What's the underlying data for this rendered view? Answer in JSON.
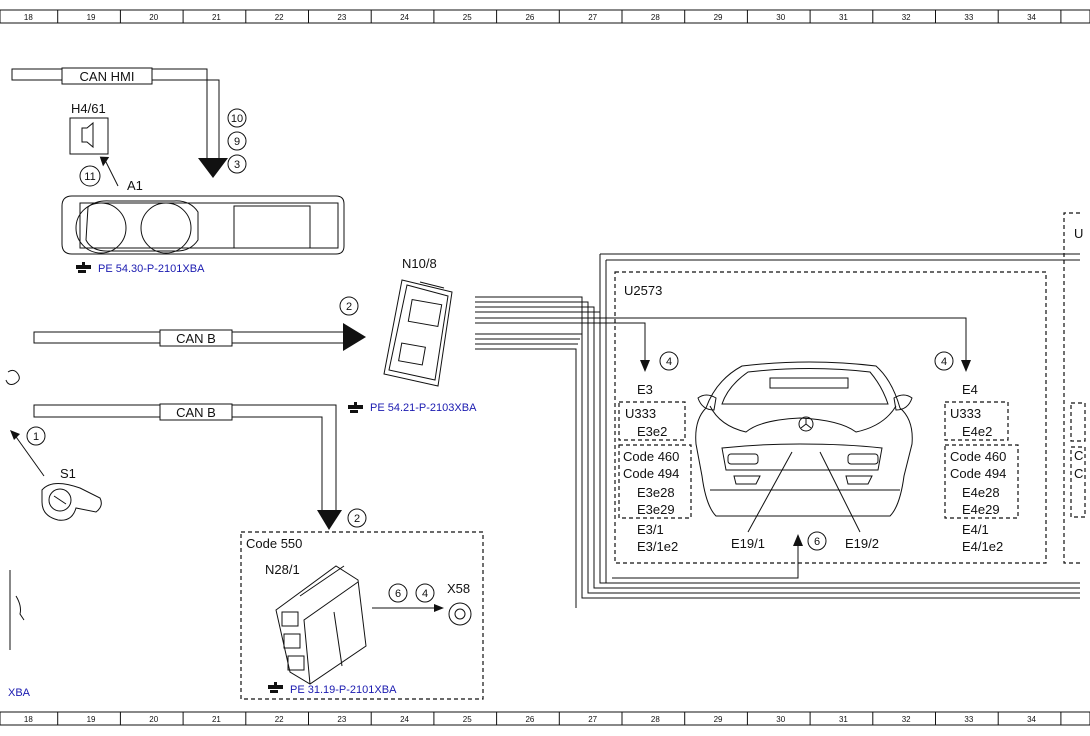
{
  "ruler": {
    "cells": [
      "18",
      "19",
      "20",
      "21",
      "22",
      "23",
      "24",
      "25",
      "26",
      "27",
      "28",
      "29",
      "30",
      "31",
      "32",
      "33",
      "34"
    ]
  },
  "buses": {
    "can_hmi": "CAN HMI",
    "can_b_1": "CAN B",
    "can_b_2": "CAN B"
  },
  "components": {
    "h4_61": "H4/61",
    "a1": "A1",
    "n10_8": "N10/8",
    "s1": "S1",
    "n28_1": "N28/1",
    "x58": "X58",
    "u2573": "U2573",
    "u_right": "U",
    "code_550": "Code 550"
  },
  "left_group": {
    "e3": "E3",
    "u333": "U333",
    "e3e2": "E3e2",
    "code_460": "Code 460",
    "code_494": "Code 494",
    "e3e28": "E3e28",
    "e3e29": "E3e29",
    "e3_1": "E3/1",
    "e3_1e2": "E3/1e2"
  },
  "right_group": {
    "e4": "E4",
    "u333": "U333",
    "e4e2": "E4e2",
    "code_460": "Code 460",
    "code_494": "Code 494",
    "e4e28": "E4e28",
    "e4e29": "E4e29",
    "e4_1": "E4/1",
    "e4_1e2": "E4/1e2"
  },
  "edge_right": {
    "u": "U",
    "c1": "C",
    "c2": "C"
  },
  "lamps": {
    "e19_1": "E19/1",
    "e19_2": "E19/2"
  },
  "callouts": {
    "c10": "10",
    "c9": "9",
    "c3": "3",
    "c11": "11",
    "c2a": "2",
    "c1": "1",
    "c2b": "2",
    "c4a": "4",
    "c4b": "4",
    "c6a": "6",
    "c4c": "4",
    "c6b": "6"
  },
  "references": {
    "a1": "PE 54.30-P-2101XBA",
    "n10_8": "PE 54.21-P-2103XBA",
    "n28_1": "PE 31.19-P-2101XBA",
    "left_edge": "XBA"
  },
  "icons": {
    "ref_pointer": "pointing-hand-icon",
    "speaker": "speaker-icon"
  },
  "colors": {
    "link": "#1a1ab0",
    "line": "#111111"
  }
}
